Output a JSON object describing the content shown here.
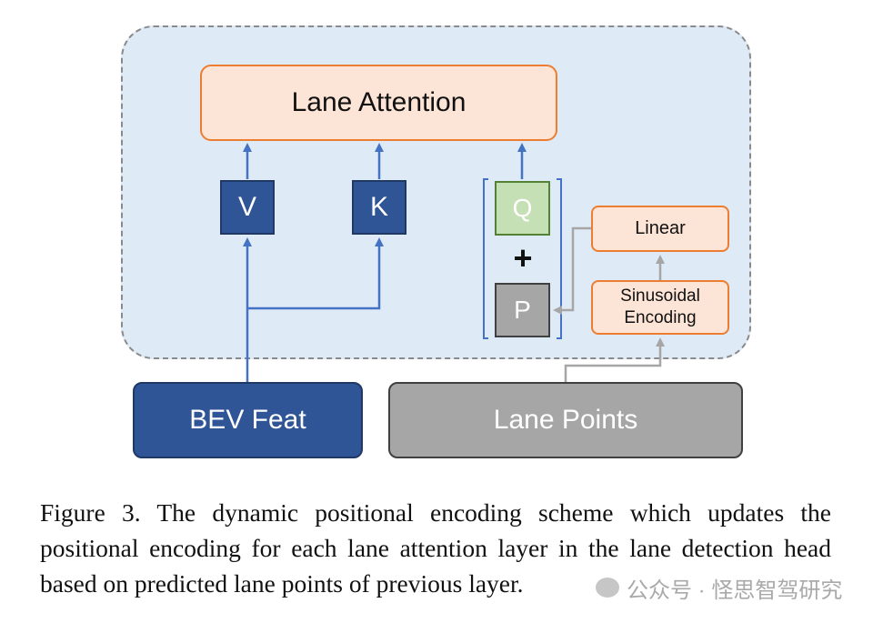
{
  "diagram": {
    "attention_label": "Lane Attention",
    "v_label": "V",
    "k_label": "K",
    "q_label": "Q",
    "plus_label": "+",
    "p_label": "P",
    "linear_label": "Linear",
    "sinusoidal_line1": "Sinusoidal",
    "sinusoidal_line2": "Encoding",
    "bev_label": "BEV Feat",
    "lane_points_label": "Lane Points"
  },
  "caption": {
    "text": "Figure 3. The dynamic positional encoding scheme which updates the positional encoding for each lane attention layer in the lane detection head based on predicted lane points of previous layer."
  },
  "watermark": {
    "text": "公众号 · 怪思智驾研究"
  },
  "colors": {
    "panel_bg": "#deeaf6",
    "orange_border": "#ed7d31",
    "orange_fill": "#fce4d6",
    "blue_fill": "#2f5597",
    "blue_arrow": "#4472c4",
    "gray_fill": "#a6a6a6",
    "green_fill": "#c5e0b4"
  }
}
